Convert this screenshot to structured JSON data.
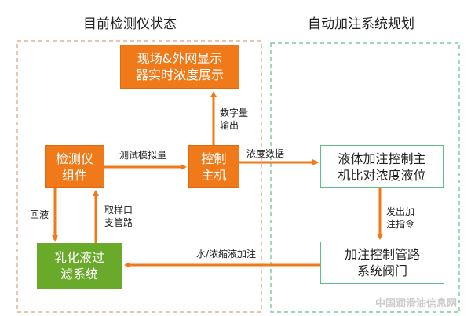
{
  "sections": {
    "current": "目前检测仪状态",
    "planned": "自动加注系统规划"
  },
  "boxes": {
    "display": [
      "现场&外网显示",
      "器实时浓度展示"
    ],
    "detector": [
      "检测仪",
      "组件"
    ],
    "controller": [
      "控制",
      "主机"
    ],
    "liquid_control": [
      "液体加注控制主",
      "机比对浓度液位"
    ],
    "emulsion": [
      "乳化液过",
      "滤系统"
    ],
    "valve": [
      "加注控制管路",
      "系统阀门"
    ]
  },
  "labels": {
    "digital_out": [
      "数字量",
      "输出"
    ],
    "analog": "测试模拟量",
    "concentration": "浓度数据",
    "command": [
      "发出加",
      "注指令"
    ],
    "refill": "水/浓缩液加注",
    "return": "回液",
    "sampling": [
      "取样口",
      "支管路"
    ]
  },
  "watermark": "中国润滑油信息网",
  "colors": {
    "orange": "#f07a1a",
    "green": "#6aaa2a",
    "teal": "#5cbf8a"
  }
}
